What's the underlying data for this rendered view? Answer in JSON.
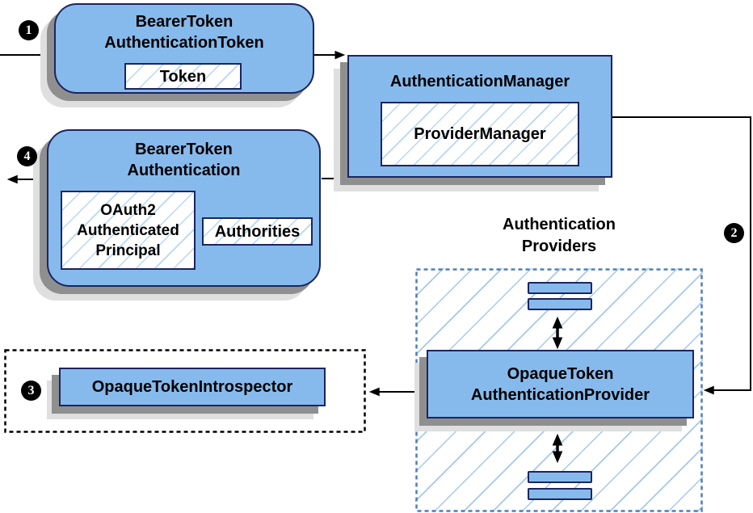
{
  "colors": {
    "node_fill": "#87baec",
    "node_border": "#1b2560",
    "hatch_line": "#a5c8ec",
    "hatch_line_inner": "#b9d6f2",
    "dashed_border": "#4d7ebe",
    "shadow_dark": "#8f8f8f",
    "shadow_light": "#dfdfdf",
    "arrow": "#000000",
    "badge_bg": "#000000",
    "badge_fg": "#ffffff"
  },
  "badges": {
    "step1": "1",
    "step2": "2",
    "step3": "3",
    "step4": "4"
  },
  "nodes": {
    "bearerTokenAuthenticationToken": {
      "title_line1": "BearerToken",
      "title_line2": "AuthenticationToken",
      "token_label": "Token"
    },
    "authenticationManager": {
      "title": "AuthenticationManager",
      "provider_manager_label": "ProviderManager"
    },
    "bearerTokenAuthentication": {
      "title_line1": "BearerToken",
      "title_line2": "Authentication",
      "principal_line1": "OAuth2",
      "principal_line2": "Authenticated",
      "principal_line3": "Principal",
      "authorities_label": "Authorities"
    },
    "authenticationProviders": {
      "label_line1": "Authentication",
      "label_line2": "Providers"
    },
    "opaqueTokenAuthenticationProvider": {
      "title_line1": "OpaqueToken",
      "title_line2": "AuthenticationProvider"
    },
    "opaqueTokenIntrospector": {
      "title": "OpaqueTokenIntrospector"
    }
  }
}
